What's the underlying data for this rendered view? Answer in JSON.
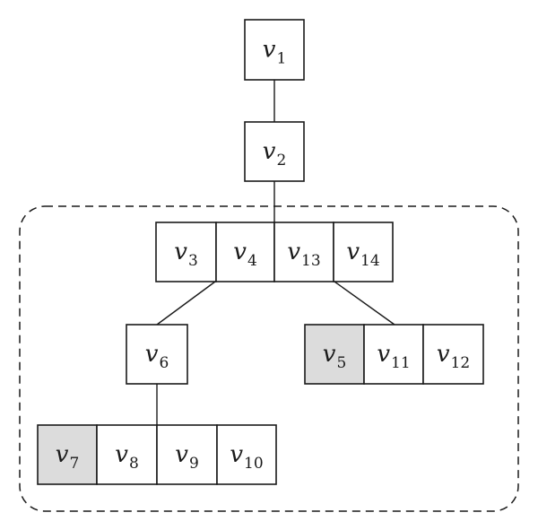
{
  "nodes": [
    {
      "id": "n1",
      "var": "v",
      "sub": "1",
      "shaded": false
    },
    {
      "id": "n2",
      "var": "v",
      "sub": "2",
      "shaded": false
    },
    {
      "id": "n3",
      "var": "v",
      "sub": "3",
      "shaded": false
    },
    {
      "id": "n4",
      "var": "v",
      "sub": "4",
      "shaded": false
    },
    {
      "id": "n13",
      "var": "v",
      "sub": "13",
      "shaded": false
    },
    {
      "id": "n14",
      "var": "v",
      "sub": "14",
      "shaded": false
    },
    {
      "id": "n6",
      "var": "v",
      "sub": "6",
      "shaded": false
    },
    {
      "id": "n5",
      "var": "v",
      "sub": "5",
      "shaded": true
    },
    {
      "id": "n11",
      "var": "v",
      "sub": "11",
      "shaded": false
    },
    {
      "id": "n12",
      "var": "v",
      "sub": "12",
      "shaded": false
    },
    {
      "id": "n7",
      "var": "v",
      "sub": "7",
      "shaded": true
    },
    {
      "id": "n8",
      "var": "v",
      "sub": "8",
      "shaded": false
    },
    {
      "id": "n9",
      "var": "v",
      "sub": "9",
      "shaded": false
    },
    {
      "id": "n10",
      "var": "v",
      "sub": "10",
      "shaded": false
    }
  ],
  "edges": [
    {
      "from": "v1",
      "to": "v2"
    },
    {
      "from": "v2",
      "to": "v3-v4-v13-v14"
    },
    {
      "from": "v3-v4-v13-v14",
      "to": "v6"
    },
    {
      "from": "v3-v4-v13-v14",
      "to": "v5-v11-v12"
    },
    {
      "from": "v6",
      "to": "v7-v8-v9-v10"
    }
  ],
  "colors": {
    "line": "#1a1a1a",
    "shaded_fill": "#dcdcdc",
    "fill": "#ffffff"
  }
}
